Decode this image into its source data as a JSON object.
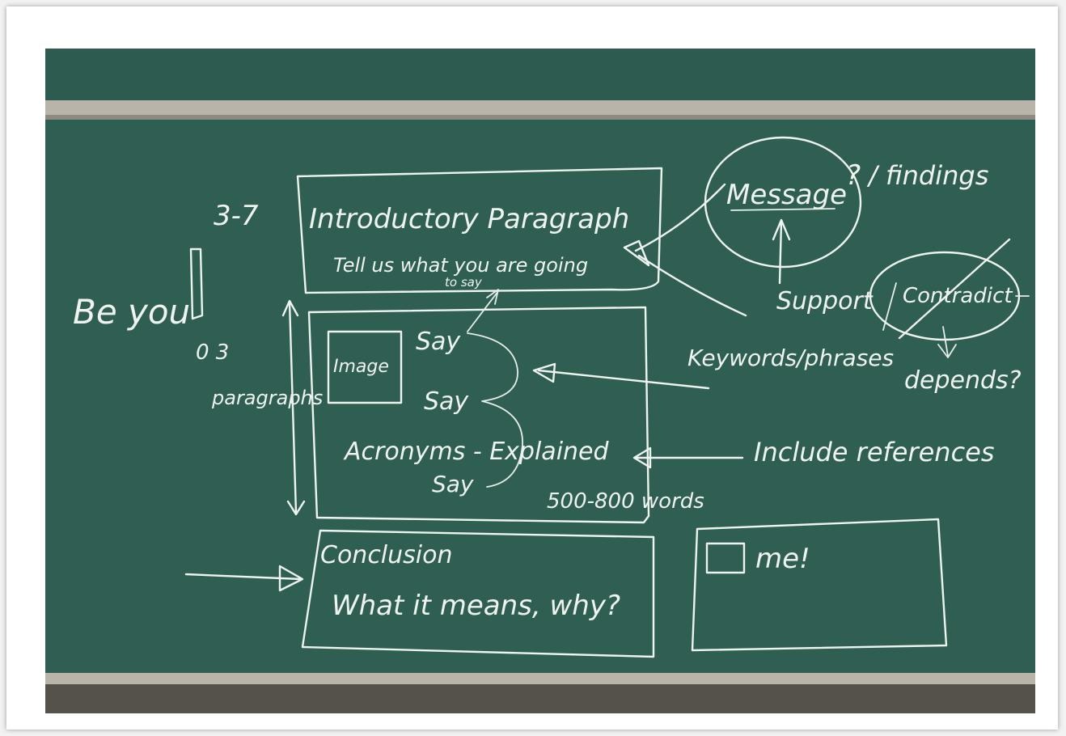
{
  "board": {
    "colors": {
      "board": "#2f5f52",
      "chalk": "#eef3ef",
      "rail": "#b8b4aa",
      "frame": "#ffffff"
    },
    "intro": {
      "count": "3-7",
      "title": "Introductory Paragraph",
      "subtitle": "Tell us what you are going",
      "subtitle2": "to say"
    },
    "left": {
      "be_you": "Be you",
      "exclaim": "!",
      "paragraph_count": "0 3",
      "paragraphs": "paragraphs"
    },
    "body": {
      "image_label": "Image",
      "say_1": "Say",
      "say_2": "Say",
      "acronyms": "Acronyms - Explained",
      "say_3": "Say",
      "word_count": "500-800 words"
    },
    "right": {
      "message": "Message",
      "question": "?",
      "findings": "/ findings",
      "support": "Support",
      "contradict": "Contradict",
      "keywords": "Keywords/phrases",
      "depends": "depends?",
      "references": "Include references"
    },
    "conclusion": {
      "title": "Conclusion",
      "subtitle": "What it means, why?"
    },
    "me_box": {
      "label": "me!"
    }
  }
}
